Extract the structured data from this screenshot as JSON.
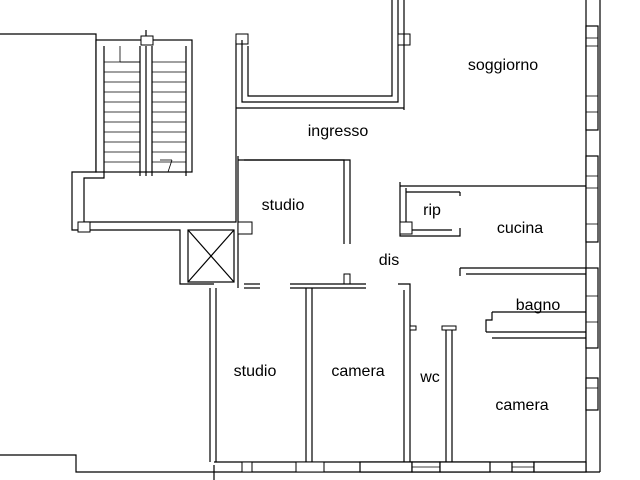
{
  "plan": {
    "rooms": {
      "soggiorno": "soggiorno",
      "ingresso": "ingresso",
      "studio_upper": "studio",
      "rip": "rip",
      "cucina": "cucina",
      "dis": "dis",
      "bagno": "bagno",
      "studio_lower": "studio",
      "camera_middle": "camera",
      "wc": "wc",
      "camera_right": "camera"
    },
    "colors": {
      "wall": "#000000",
      "background": "#ffffff"
    }
  }
}
